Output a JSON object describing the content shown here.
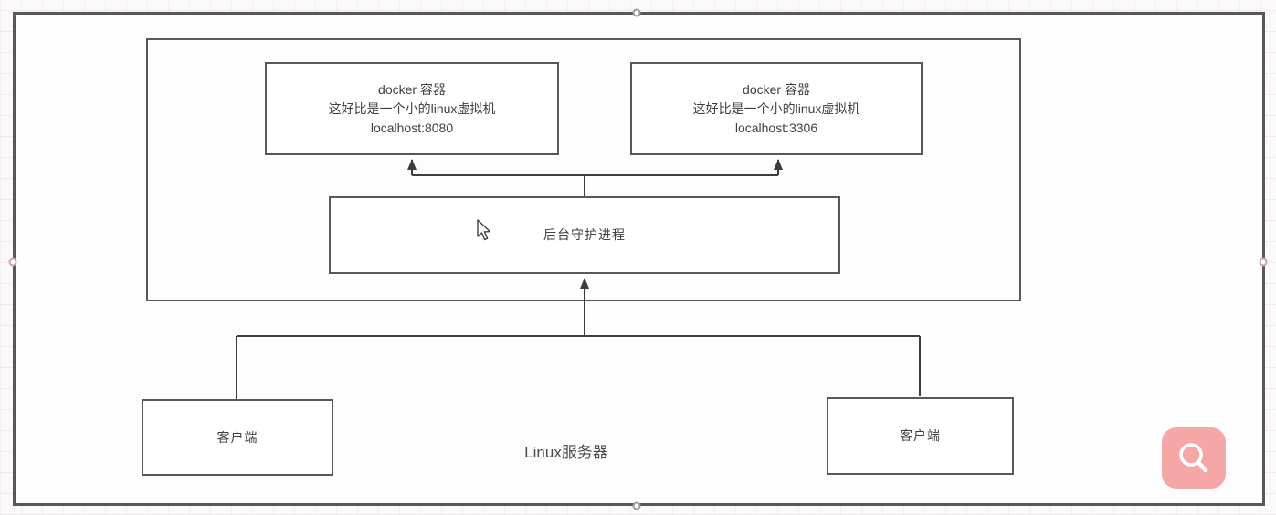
{
  "diagram": {
    "server": {
      "label": "Linux服务器"
    },
    "containers": [
      {
        "title": "docker 容器",
        "subtitle": "这好比是一个小的linux虚拟机",
        "address": "localhost:8080"
      },
      {
        "title": "docker 容器",
        "subtitle": "这好比是一个小的linux虚拟机",
        "address": "localhost:3306"
      }
    ],
    "daemon": {
      "label": "后台守护进程"
    },
    "clients": [
      {
        "label": "客户端"
      },
      {
        "label": "客户端"
      }
    ],
    "connections": [
      "daemon -> docker-container-1",
      "daemon -> docker-container-2",
      "client-left -> daemon",
      "client-right -> daemon"
    ]
  },
  "overlay": {
    "search_button_icon": "magnifier-icon",
    "cursor_icon": "arrow-pointer",
    "selection_handles": [
      "top-center",
      "bottom-center",
      "left-middle",
      "right-middle"
    ]
  },
  "colors": {
    "shape_border": "#585858",
    "connector_line": "#3c3c3c",
    "accent_pink": "#f5a7a7",
    "canvas_background": "#fbf9f9"
  }
}
